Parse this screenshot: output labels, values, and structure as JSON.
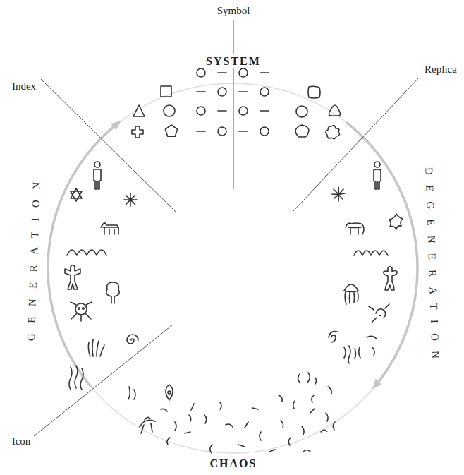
{
  "diagram": {
    "labels": [
      "Symbol",
      "SYSTEM",
      "Index",
      "Replica",
      "GENERATION",
      "DEGENERATION",
      "Icon",
      "CHAOS"
    ]
  }
}
